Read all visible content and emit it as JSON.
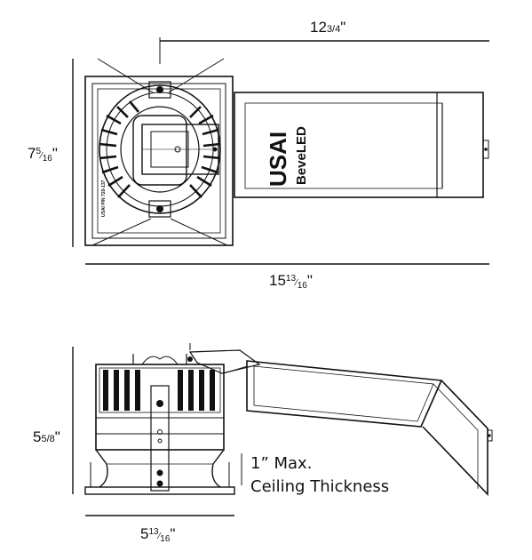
{
  "top_view": {
    "width_dim": {
      "whole": "12",
      "frac": "3/4",
      "unit": "\""
    },
    "height_dim": {
      "whole": "7",
      "num": "5",
      "den": "16",
      "unit": "\""
    },
    "overall_dim": {
      "whole": "15",
      "num": "13",
      "den": "16",
      "unit": "\""
    },
    "brand_line1": "USAI",
    "brand_line2": "BeveLED",
    "part_label": "USAI P/N 720-137"
  },
  "side_view": {
    "height_dim": {
      "whole": "5",
      "frac": "5/8",
      "unit": "\""
    },
    "width_dim": {
      "whole": "5",
      "num": "13",
      "den": "16",
      "unit": "\""
    },
    "note_line1": "1” Max.",
    "note_line2": "Ceiling Thickness"
  },
  "colors": {
    "line": "#111111",
    "background": "#ffffff"
  }
}
